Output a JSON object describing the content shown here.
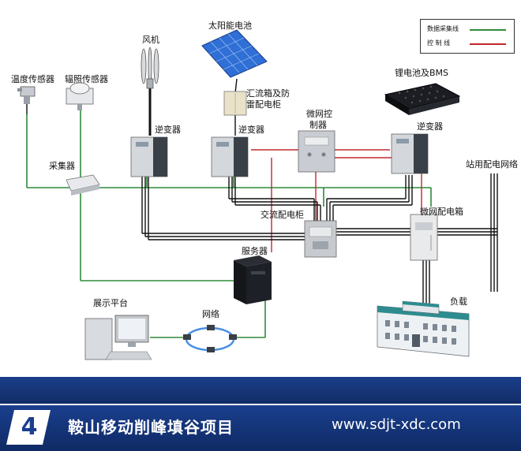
{
  "legend": {
    "data_line_label": "数据采集线",
    "control_line_label": "控 制 线",
    "data_line_color": "#2e8b3a",
    "control_line_color": "#c0282d"
  },
  "labels": {
    "temperature_sensor": "温度传感器",
    "radiation_sensor": "辐照传感器",
    "wind_turbine": "风机",
    "solar_panel": "太阳能电池",
    "combiner_box_line1": "汇流箱及防",
    "combiner_box_line2": "雷配电柜",
    "battery_bms": "锂电池及BMS",
    "inverter_wind": "逆变器",
    "inverter_solar": "逆变器",
    "microgrid_controller_line1": "微网控",
    "microgrid_controller_line2": "制器",
    "inverter_battery": "逆变器",
    "collector": "采集器",
    "station_grid": "站用配电网络",
    "ac_cabinet": "交流配电柜",
    "microgrid_box": "微网配电箱",
    "server": "服务器",
    "display_platform": "展示平台",
    "network": "网络",
    "load": "负载"
  },
  "footer": {
    "number": "4",
    "title": "鞍山移动削峰填谷项目",
    "url": "www.sdjt-xdc.com"
  }
}
